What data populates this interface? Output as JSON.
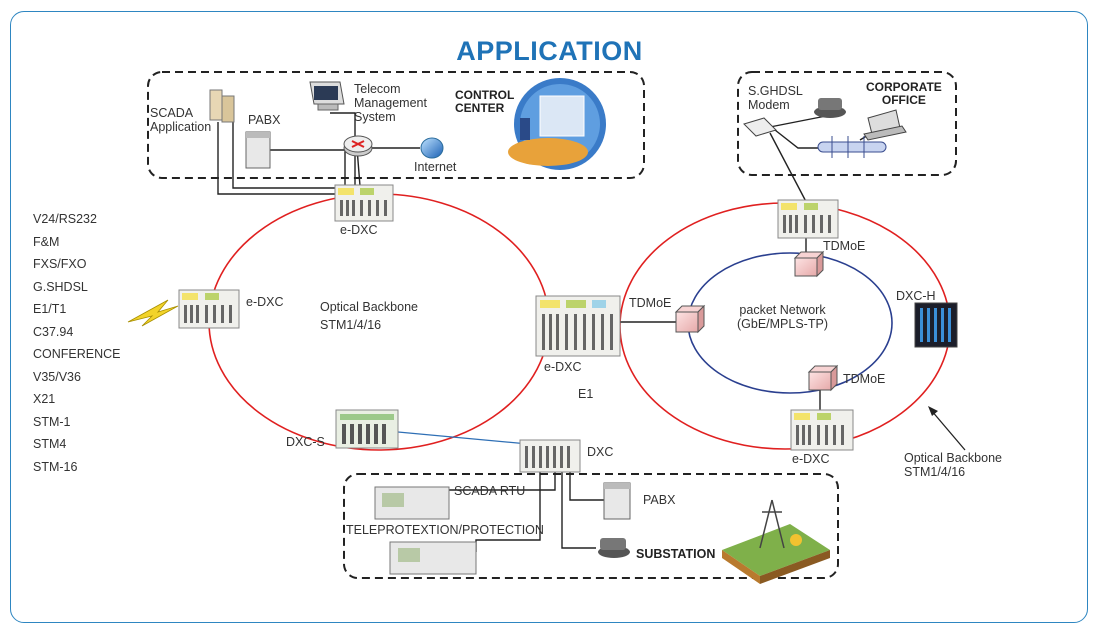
{
  "title": "APPLICATION",
  "control_center": {
    "scada_app": "SCADA\nApplication",
    "pabx": "PABX",
    "tms": "Telecom\nManagement\nSystem",
    "internet": "Internet",
    "title": "CONTROL\nCENTER"
  },
  "corporate": {
    "modem": "S.GHDSL\nModem",
    "title": "CORPORATE\nOFFICE"
  },
  "protocols": [
    "V24/RS232",
    "F&M",
    "FXS/FXO",
    "G.SHDSL",
    "E1/T1",
    "C37.94",
    "CONFERENCE",
    "V35/V36",
    "X21",
    "STM-1",
    "STM4",
    "STM-16"
  ],
  "left_ring": {
    "top_node": "e-DXC",
    "left_node": "e-DXC",
    "label": "Optical Backbone\nSTM1/4/16",
    "right_node": "e-DXC",
    "e1": "E1",
    "dxc_s": "DXC-S",
    "dxc": "DXC"
  },
  "right_ring": {
    "tdmoe_left": "TDMoE",
    "tdmoe_top": "TDMoE",
    "tdmoe_bottom": "TDMoE",
    "packet": "packet Network\n(GbE/MPLS-TP)",
    "dxc_h": "DXC-H",
    "bottom_node": "e-DXC",
    "backbone": "Optical Backbone\nSTM1/4/16"
  },
  "substation": {
    "scada_rtu": "SCADA RTU",
    "teleprot": "TELEPROTEXTION/PROTECTION",
    "pabx": "PABX",
    "title": "SUBSTATION"
  },
  "colors": {
    "accent": "#1f73b7",
    "ring": "#e02020",
    "packet_ring": "#2a3f8f"
  }
}
